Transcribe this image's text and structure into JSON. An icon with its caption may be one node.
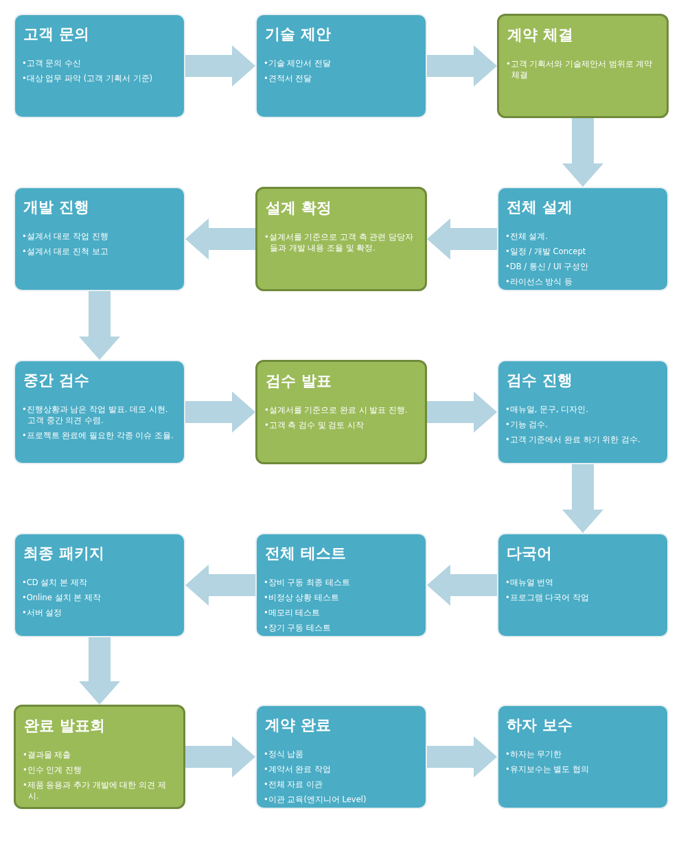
{
  "diagram": {
    "nodes": [
      {
        "text": [
          "고객 문의",
          "•고객 문의 수신",
          "•대상 업무 파악 (고객 기획서 기준)"
        ]
      },
      {
        "text": [
          "기술 제안",
          "•기술 제안서 전달",
          "•견적서 전달"
        ]
      },
      {
        "text": [
          "계약 체결",
          "•고객 기획서와 기술제안서 범위로 계약 체결"
        ]
      },
      {
        "text": [
          "개발 진행",
          "•설계서 대로 작업 진행",
          "•설계서 대로 진척 보고"
        ]
      },
      {
        "text": [
          "설계 확정",
          "•설계서를 기준으로 고객 측 관련 담당자 들과 개발 내용 조율 및 확정."
        ]
      },
      {
        "text": [
          "전체 설계",
          "•전체 설계.",
          "•일정 / 개발 Concept",
          "•DB / 통신 / UI 구성안",
          "•라이선스 방식 등"
        ]
      },
      {
        "text": [
          "중간 검수",
          "•진행상황과 남은 작업 발표. 데모 시현. 고객 중간 의견 수렴.",
          "•프로젝트 완료에 필요한 각종 이슈 조율."
        ]
      },
      {
        "text": [
          "검수 발표",
          "•설계서를 기준으로 완료 시 발표 진행.",
          "•고객 측 검수 및 검토 시작"
        ]
      },
      {
        "text": [
          "검수 진행",
          "•매뉴얼, 문구, 디자인.",
          "•기능 검수.",
          "•고객 기준에서 완료 하기 위한 검수."
        ]
      },
      {
        "text": [
          "최종 패키지",
          "•CD 설치 본 제작",
          "•Online 설치 본 제작",
          "•서버 설정"
        ]
      },
      {
        "text": [
          "전체 테스트",
          "•장비 구동 최종 테스트",
          "•비정상 상황 테스트",
          "•메모리 테스트",
          "•장기 구동 테스트"
        ]
      },
      {
        "text": [
          "다국어",
          "•매뉴얼 번역",
          "•프로그램 다국어 작업"
        ]
      },
      {
        "text": [
          "완료 발표회",
          "•결과물 제출",
          "•인수 인계 진행",
          "•제품 응용과 추가 개발에 대한 의견 제시."
        ]
      },
      {
        "text": [
          "계약 완료",
          "•정식 납품",
          "•계약서 완료 작업",
          "•전체 자료 이관",
          "•이관 교육(엔지니어 Level)"
        ]
      },
      {
        "text": [
          "하자 보수",
          "•하자는 무기한",
          "•유지보수는 별도 협의"
        ]
      }
    ],
    "edges": [
      {
        "from": 0,
        "to": 1,
        "arrow": "to"
      },
      {
        "from": 1,
        "to": 2,
        "arrow": "to"
      },
      {
        "from": 2,
        "to": 5,
        "arrow": "to"
      },
      {
        "from": 5,
        "to": 4,
        "arrow": "to"
      },
      {
        "from": 4,
        "to": 3,
        "arrow": "to"
      },
      {
        "from": 3,
        "to": 6,
        "arrow": "to"
      },
      {
        "from": 6,
        "to": 7,
        "arrow": "to"
      },
      {
        "from": 7,
        "to": 8,
        "arrow": "to"
      },
      {
        "from": 8,
        "to": 11,
        "arrow": "to"
      },
      {
        "from": 11,
        "to": 10,
        "arrow": "to"
      },
      {
        "from": 10,
        "to": 9,
        "arrow": "to"
      },
      {
        "from": 9,
        "to": 12,
        "arrow": "to"
      },
      {
        "from": 12,
        "to": 13,
        "arrow": "to"
      },
      {
        "from": 13,
        "to": 14,
        "arrow": "to"
      }
    ]
  }
}
